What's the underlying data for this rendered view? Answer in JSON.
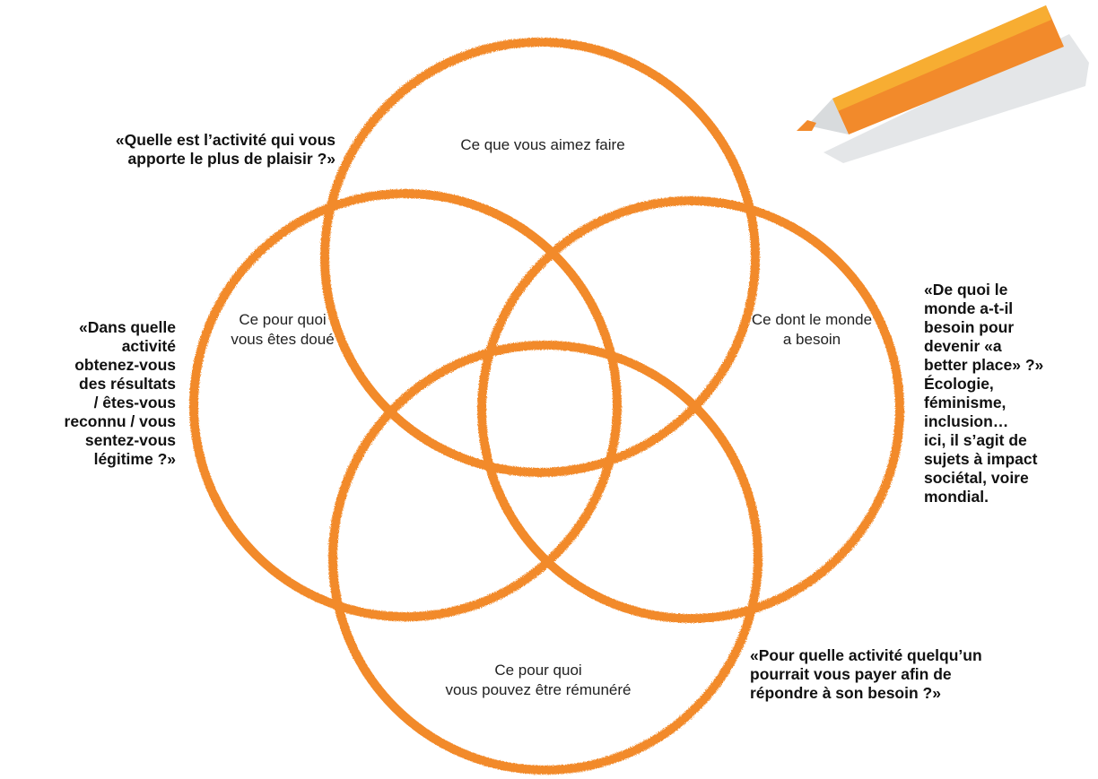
{
  "colors": {
    "ring": "#f28a2b",
    "pencil_body": "#f28a2b",
    "pencil_stripe": "#f7ad32",
    "pencil_wood": "#d8dbdd",
    "pencil_tip": "#f28a2b",
    "pencil_shadow": "#e4e6e8"
  },
  "icons": {
    "pencil": "pencil-icon"
  },
  "circles": {
    "top": {
      "lines": [
        "Ce que vous aimez faire"
      ]
    },
    "left": {
      "lines": [
        "Ce pour quoi",
        "vous êtes doué"
      ]
    },
    "right": {
      "lines": [
        "Ce dont le monde",
        "a besoin"
      ]
    },
    "bottom": {
      "lines": [
        "Ce pour quoi",
        "vous pouvez être rémunéré"
      ]
    }
  },
  "questions": {
    "top_left": {
      "lines": [
        "«Quelle est l’activité qui vous",
        "apporte le plus de plaisir ?»"
      ]
    },
    "left": {
      "lines": [
        "«Dans quelle",
        "activité",
        "obtenez-vous",
        "des résultats",
        "/ êtes-vous",
        "reconnu / vous",
        "sentez-vous",
        "légitime ?»"
      ]
    },
    "right": {
      "lines": [
        "«De quoi le",
        "monde a-t-il",
        "besoin pour",
        "devenir «a",
        "better place» ?»",
        "Écologie,",
        "féminisme,",
        "inclusion…",
        "ici, il s’agit de",
        "sujets à impact",
        "sociétal, voire",
        "mondial."
      ]
    },
    "bottom_right": {
      "lines": [
        "«Pour quelle activité quelqu’un",
        "pourrait vous payer afin de",
        "répondre à son besoin ?»"
      ]
    }
  }
}
